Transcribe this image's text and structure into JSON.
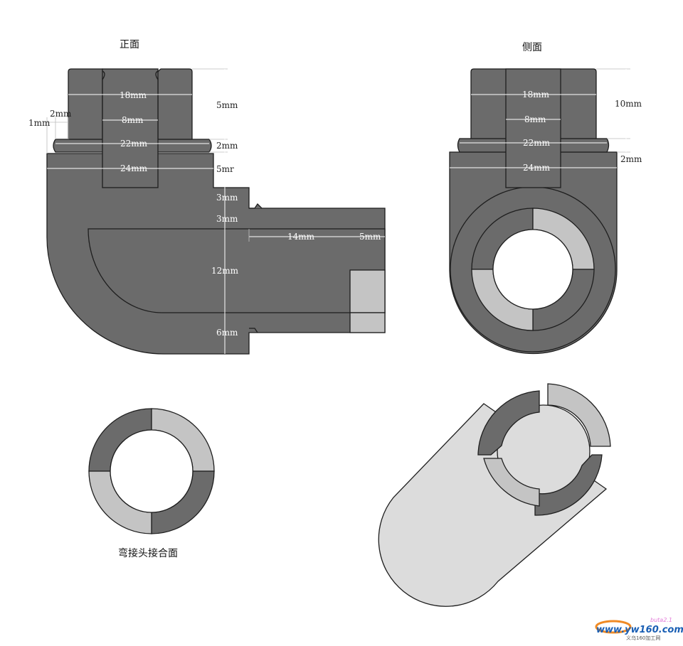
{
  "labels": {
    "front": "正面",
    "side": "侧面",
    "joint_face": "弯接头接合面"
  },
  "front_dims": {
    "d18": "18mm",
    "d8": "8mm",
    "d22": "22mm",
    "d24": "24mm",
    "d2": "2mm",
    "d1": "1mm",
    "h5a": "5mm",
    "h2": "2mm",
    "h5b": "5mr",
    "h3a": "3mm",
    "h3b": "3mm",
    "d14": "14mm",
    "d5": "5mm",
    "h12": "12mm",
    "h6": "6mm"
  },
  "side_dims": {
    "d18": "18mm",
    "d8": "8mm",
    "d22": "22mm",
    "d24": "24mm",
    "h10": "10mm",
    "h2": "2mm"
  },
  "watermark": {
    "site": "www.yw160.com",
    "sub": "义乌160加工网",
    "top": "buta2.1"
  },
  "colors": {
    "dark": "#6b6b6b",
    "light": "#c4c4c4",
    "lighter": "#dcdcdc",
    "outline": "#1e1e1e"
  }
}
